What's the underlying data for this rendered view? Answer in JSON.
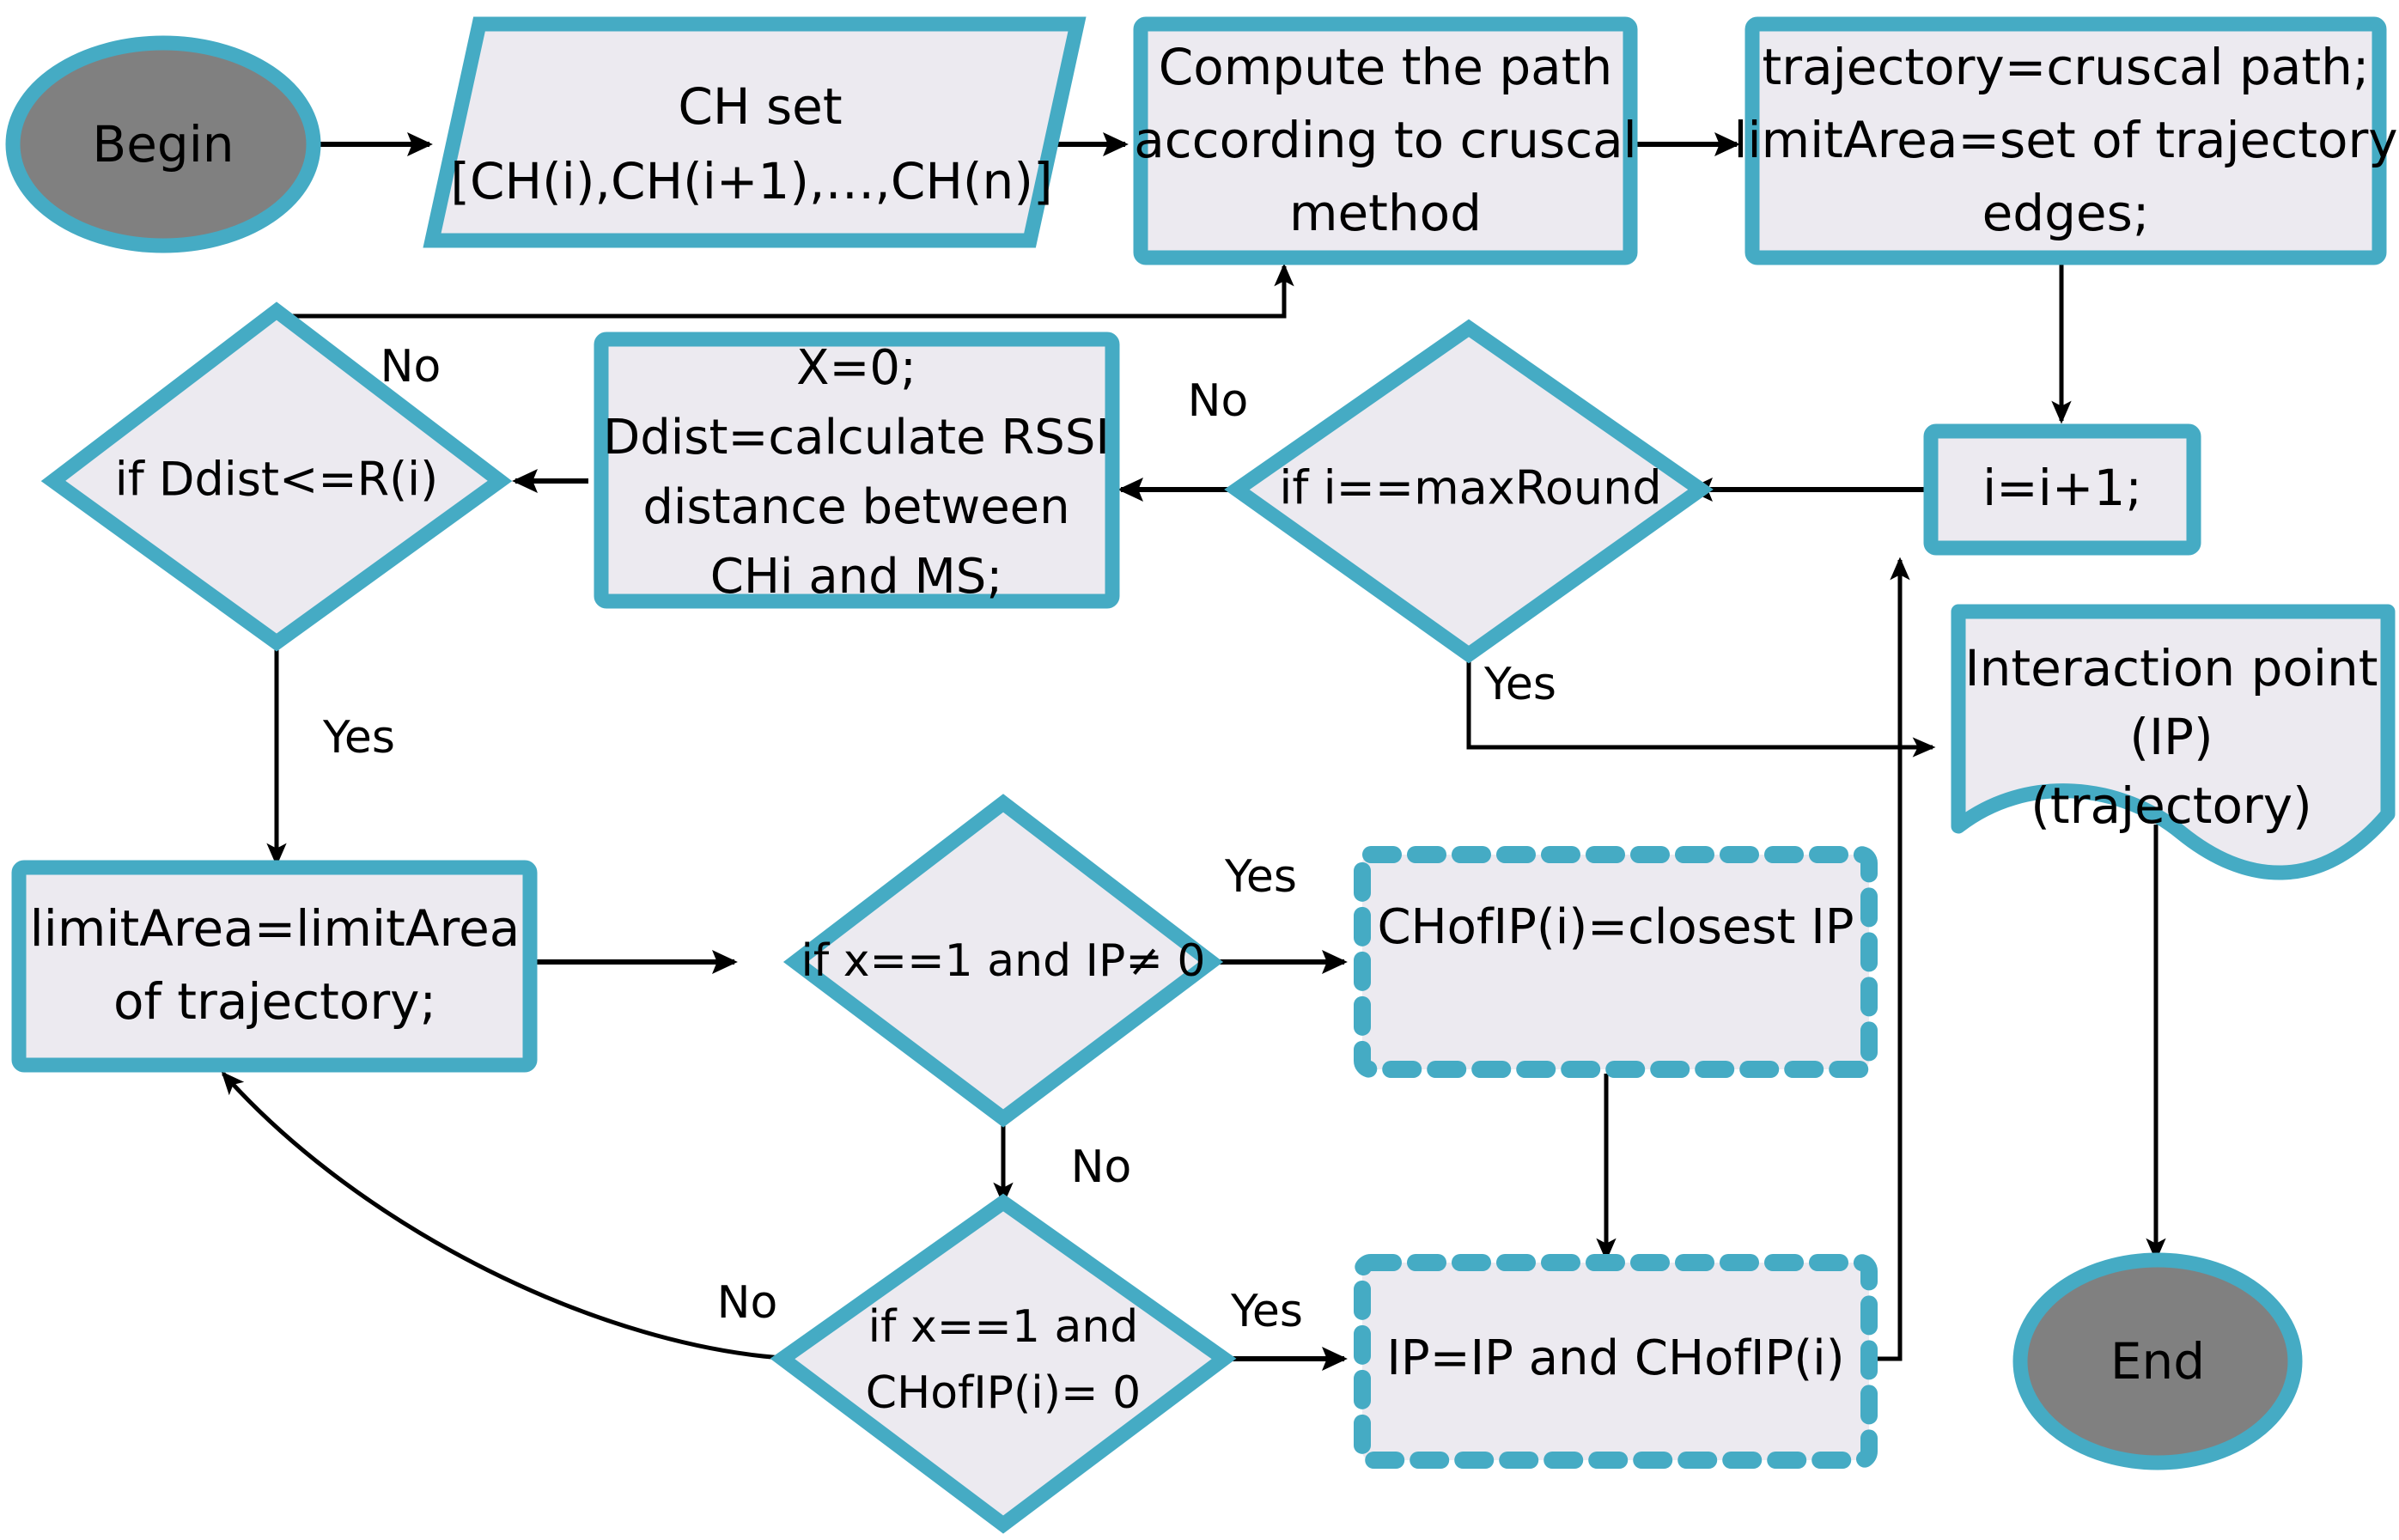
{
  "diagram": {
    "title": "Flowchart",
    "colors": {
      "node_border": "#45ABC4",
      "node_fill": "#ECEAF0",
      "terminator_fill": "#808080",
      "connector": "#000000",
      "background": "#FFFFFF"
    },
    "nodes": {
      "begin": {
        "label": "Begin",
        "shape": "terminator-ellipse"
      },
      "ch_set": {
        "line1": "CH set",
        "line2": "[CH(i),CH(i+1),…,CH(n)]",
        "shape": "parallelogram-data"
      },
      "compute_path": {
        "line1": "Compute the path",
        "line2": "according to cruscal",
        "line3": "method",
        "shape": "process-rect"
      },
      "trajectory": {
        "line1": "trajectory=cruscal path;",
        "line2": "limitArea=set of trajectory",
        "line3": "edges;",
        "shape": "process-rect"
      },
      "i_increment": {
        "label": "i=i+1;",
        "shape": "process-rect"
      },
      "if_maxround": {
        "label": "if i==maxRound",
        "shape": "decision-diamond"
      },
      "x_ddist": {
        "line1": "X=0;",
        "line2": "Ddist=calculate RSSI",
        "line3": "distance between",
        "line4": "CHi  and MS;",
        "shape": "process-rect"
      },
      "if_ddist": {
        "label": "if Ddist<=R(i)",
        "shape": "decision-diamond"
      },
      "interaction_point": {
        "line1": "Interaction point",
        "line2": "(IP)",
        "line3": "(trajectory)",
        "shape": "document-wavy"
      },
      "limit_area": {
        "line1": "limitArea=limitArea",
        "line2": "of trajectory;",
        "shape": "process-rect"
      },
      "if_x_ip": {
        "label": "if x==1 and IP≠ 0",
        "shape": "decision-diamond"
      },
      "if_x_chofip": {
        "line1": "if x==1 and",
        "line2": "CHofIP(i)= 0",
        "shape": "decision-diamond"
      },
      "chofip_closest": {
        "label": "CHofIP(i)=closest IP",
        "shape": "process-rect-dashed"
      },
      "ip_and_chofip": {
        "label": "IP=IP and CHofIP(i)",
        "shape": "process-rect-dashed"
      },
      "end": {
        "label": "End",
        "shape": "terminator-ellipse"
      }
    },
    "edge_labels": {
      "ddist_no": "No",
      "ddist_yes": "Yes",
      "maxround_no": "No",
      "maxround_yes": "Yes",
      "x_ip_yes": "Yes",
      "x_ip_no": "No",
      "x_chofip_no": "No",
      "x_chofip_yes": "Yes"
    },
    "edges": [
      {
        "from": "begin",
        "to": "ch_set",
        "label": ""
      },
      {
        "from": "ch_set",
        "to": "compute_path",
        "label": ""
      },
      {
        "from": "compute_path",
        "to": "trajectory",
        "label": ""
      },
      {
        "from": "trajectory",
        "to": "i_increment",
        "label": ""
      },
      {
        "from": "i_increment",
        "to": "if_maxround",
        "label": ""
      },
      {
        "from": "if_maxround",
        "to": "x_ddist",
        "label": "No"
      },
      {
        "from": "if_maxround",
        "to": "interaction_point",
        "label": "Yes"
      },
      {
        "from": "x_ddist",
        "to": "if_ddist",
        "label": ""
      },
      {
        "from": "if_ddist",
        "to": "compute_path",
        "label": "No"
      },
      {
        "from": "if_ddist",
        "to": "limit_area",
        "label": "Yes"
      },
      {
        "from": "limit_area",
        "to": "if_x_ip",
        "label": ""
      },
      {
        "from": "if_x_ip",
        "to": "chofip_closest",
        "label": "Yes"
      },
      {
        "from": "if_x_ip",
        "to": "if_x_chofip",
        "label": "No"
      },
      {
        "from": "if_x_chofip",
        "to": "limit_area",
        "label": "No"
      },
      {
        "from": "if_x_chofip",
        "to": "ip_and_chofip",
        "label": "Yes"
      },
      {
        "from": "chofip_closest",
        "to": "ip_and_chofip",
        "label": ""
      },
      {
        "from": "ip_and_chofip",
        "to": "i_increment",
        "label": ""
      },
      {
        "from": "interaction_point",
        "to": "end",
        "label": ""
      }
    ]
  }
}
